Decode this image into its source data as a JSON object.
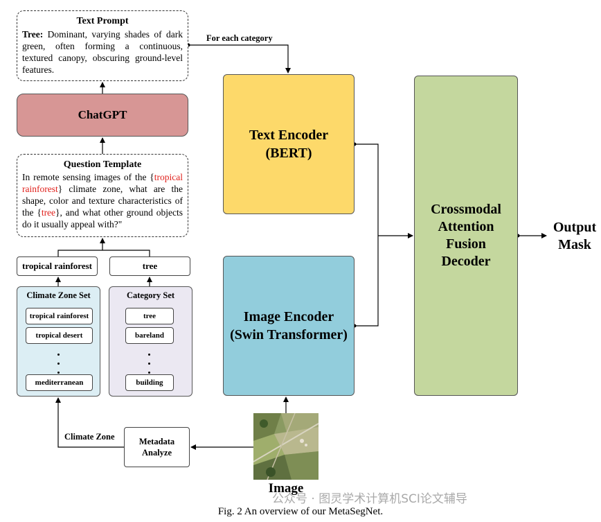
{
  "text_prompt": {
    "title": "Text Prompt",
    "label": "Tree:",
    "body": "Dominant, varying shades of dark green, often forming a continuous, textured canopy, obscuring ground-level features."
  },
  "chatgpt": {
    "label": "ChatGPT"
  },
  "question_template": {
    "title": "Question Template",
    "part1": "In remote sensing images of the {",
    "climate": "tropical rainforest",
    "part2": "} climate zone, what are the shape, color and texture characteristics of the {",
    "category": "tree",
    "part3": "}, and what other ground objects do it usually appeal with?\""
  },
  "selected": {
    "climate": "tropical rainforest",
    "category": "tree"
  },
  "climate_set": {
    "title": "Climate Zone Set",
    "items": [
      "tropical rainforest",
      "tropical desert",
      "mediterranean"
    ]
  },
  "category_set": {
    "title": "Category Set",
    "items": [
      "tree",
      "bareland",
      "building"
    ]
  },
  "text_encoder": {
    "line1": "Text Encoder",
    "line2": "(BERT)"
  },
  "image_encoder": {
    "line1": "Image Encoder",
    "line2": "(Swin Transformer)"
  },
  "fusion_decoder": {
    "lines": [
      "Crossmodal",
      "Attention",
      "Fusion",
      "Decoder"
    ]
  },
  "output": {
    "line1": "Output",
    "line2": "Mask"
  },
  "metadata": {
    "line1": "Metadata",
    "line2": "Analyze"
  },
  "labels": {
    "for_each": "For each category",
    "climate_zone": "Climate Zone"
  },
  "image_label": "Image",
  "caption": "Fig. 2 An overview of our MetaSegNet.",
  "watermark": "公众号 · 图灵学术计算机SCI论文辅导",
  "colors": {
    "chatgpt": "#d79695",
    "text_encoder": "#fdd96a",
    "image_encoder": "#92cddc",
    "fusion_decoder": "#c4d79e",
    "climate_set": "#dceef4",
    "category_set": "#ebe8f2",
    "highlight": "#e0201b"
  }
}
